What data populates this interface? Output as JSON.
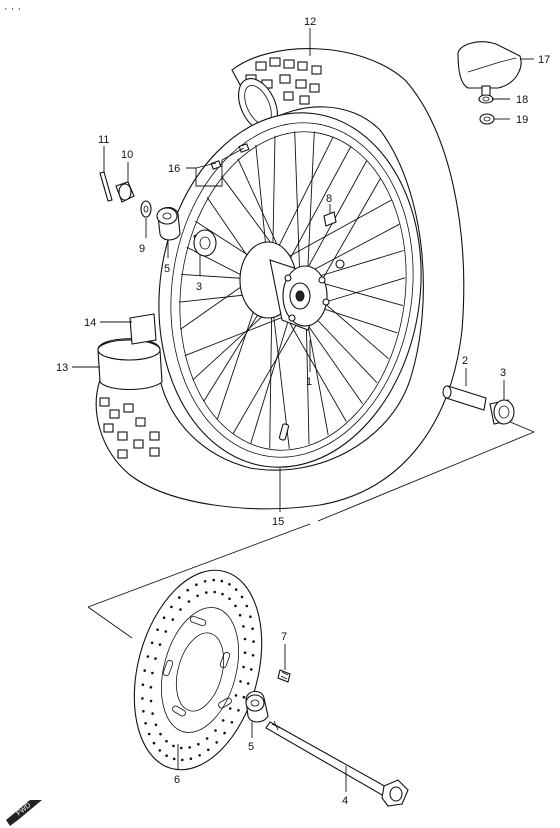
{
  "callouts": {
    "c1": "1",
    "c2": "2",
    "c3a": "3",
    "c3b": "3",
    "c4": "4",
    "c5a": "5",
    "c5b": "5",
    "c6": "6",
    "c7": "7",
    "c8": "8",
    "c9": "9",
    "c10": "10",
    "c11": "11",
    "c12": "12",
    "c13": "13",
    "c14": "14",
    "c15": "15",
    "c16": "16",
    "c17": "17",
    "c18": "18",
    "c19": "19"
  },
  "fwd_badge": "FWD",
  "header_marks": "· · ·"
}
